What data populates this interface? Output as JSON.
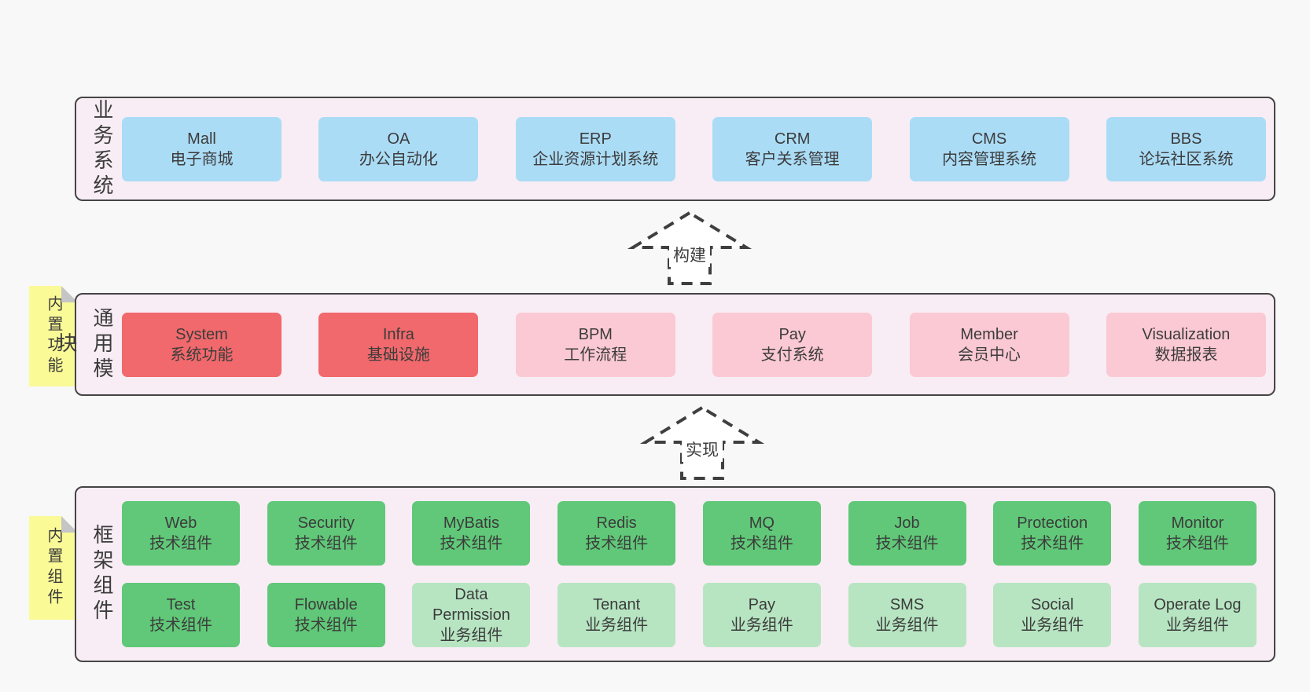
{
  "colors": {
    "page_bg": "#f8f8f8",
    "band_bg": "#f8edf5",
    "band_border": "#454545",
    "text": "#3c3c3c",
    "arrow": "#3f3f3f",
    "sticky": "#fafa97",
    "sticky_fold": "#c5c5c7",
    "blue": "#abdcf6",
    "red": "#f1696c",
    "pink": "#fbc9d3",
    "green": "#60c878",
    "green_light": "#b7e5c2"
  },
  "bands": [
    {
      "label": "业务系统",
      "rows": [
        [
          {
            "en": "Mall",
            "zh": "电子商城"
          },
          {
            "en": "OA",
            "zh": "办公自动化"
          },
          {
            "en": "ERP",
            "zh": "企业资源计划系统"
          },
          {
            "en": "CRM",
            "zh": "客户关系管理"
          },
          {
            "en": "CMS",
            "zh": "内容管理系统"
          },
          {
            "en": "BBS",
            "zh": "论坛社区系统"
          }
        ]
      ]
    },
    {
      "label": "通用模块",
      "sticky": "内置功能",
      "rows": [
        [
          {
            "en": "System",
            "zh": "系统功能"
          },
          {
            "en": "Infra",
            "zh": "基础设施"
          },
          {
            "en": "BPM",
            "zh": "工作流程"
          },
          {
            "en": "Pay",
            "zh": "支付系统"
          },
          {
            "en": "Member",
            "zh": "会员中心"
          },
          {
            "en": "Visualization",
            "zh": "数据报表"
          }
        ]
      ]
    },
    {
      "label": "框架组件",
      "sticky": "内置组件",
      "rows": [
        [
          {
            "en": "Web",
            "zh": "技术组件"
          },
          {
            "en": "Security",
            "zh": "技术组件"
          },
          {
            "en": "MyBatis",
            "zh": "技术组件"
          },
          {
            "en": "Redis",
            "zh": "技术组件"
          },
          {
            "en": "MQ",
            "zh": "技术组件"
          },
          {
            "en": "Job",
            "zh": "技术组件"
          },
          {
            "en": "Protection",
            "zh": "技术组件"
          },
          {
            "en": "Monitor",
            "zh": "技术组件"
          }
        ],
        [
          {
            "en": "Test",
            "zh": "技术组件"
          },
          {
            "en": "Flowable",
            "zh": "技术组件"
          },
          {
            "en": "Data Permission",
            "zh": "业务组件"
          },
          {
            "en": "Tenant",
            "zh": "业务组件"
          },
          {
            "en": "Pay",
            "zh": "业务组件"
          },
          {
            "en": "SMS",
            "zh": "业务组件"
          },
          {
            "en": "Social",
            "zh": "业务组件"
          },
          {
            "en": "Operate Log",
            "zh": "业务组件"
          }
        ]
      ]
    }
  ],
  "arrows": [
    {
      "label": "构建"
    },
    {
      "label": "实现"
    }
  ]
}
